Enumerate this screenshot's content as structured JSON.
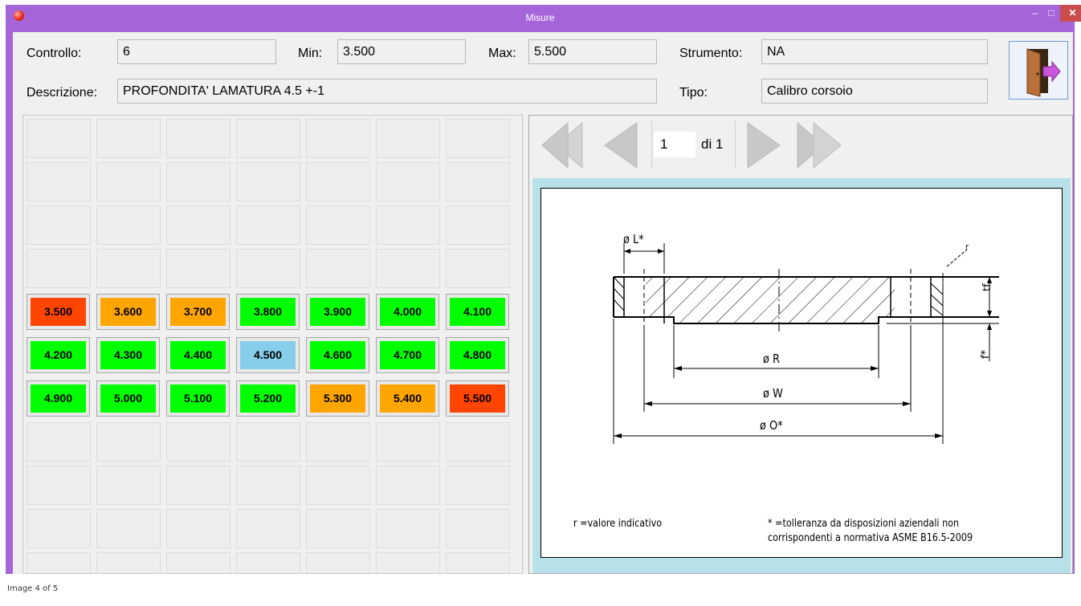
{
  "window": {
    "title": "Misure",
    "minimize_symbol": "–",
    "maximize_symbol": "□",
    "close_symbol": "✕",
    "app_icon": "red-ball-icon",
    "frame_color": "#a565d9"
  },
  "header": {
    "controllo_label": "Controllo:",
    "controllo_value": "6",
    "min_label": "Min:",
    "min_value": "3.500",
    "max_label": "Max:",
    "max_value": "5.500",
    "strumento_label": "Strumento:",
    "strumento_value": "NA",
    "descrizione_label": "Descrizione:",
    "descrizione_value": "PROFONDITA' LAMATURA 4.5 +-1",
    "tipo_label": "Tipo:",
    "tipo_value": "Calibro corsoio",
    "exit_icon": "exit-door-icon"
  },
  "measures": {
    "colors": {
      "red": "#ff4500",
      "orange": "#ffa500",
      "green": "#00ff00",
      "blue": "#87ceeb"
    },
    "rows": [
      [
        {
          "value": "3.500",
          "color": "red"
        },
        {
          "value": "3.600",
          "color": "orange"
        },
        {
          "value": "3.700",
          "color": "orange"
        },
        {
          "value": "3.800",
          "color": "green"
        },
        {
          "value": "3.900",
          "color": "green"
        },
        {
          "value": "4.000",
          "color": "green"
        },
        {
          "value": "4.100",
          "color": "green"
        }
      ],
      [
        {
          "value": "4.200",
          "color": "green"
        },
        {
          "value": "4.300",
          "color": "green"
        },
        {
          "value": "4.400",
          "color": "green"
        },
        {
          "value": "4.500",
          "color": "blue"
        },
        {
          "value": "4.600",
          "color": "green"
        },
        {
          "value": "4.700",
          "color": "green"
        },
        {
          "value": "4.800",
          "color": "green"
        }
      ],
      [
        {
          "value": "4.900",
          "color": "green"
        },
        {
          "value": "5.000",
          "color": "green"
        },
        {
          "value": "5.100",
          "color": "green"
        },
        {
          "value": "5.200",
          "color": "green"
        },
        {
          "value": "5.300",
          "color": "orange"
        },
        {
          "value": "5.400",
          "color": "orange"
        },
        {
          "value": "5.500",
          "color": "red"
        }
      ]
    ]
  },
  "viewer": {
    "page_current": "1",
    "page_total_text": "di 1",
    "first_icon": "first-page-icon",
    "prev_icon": "previous-page-icon",
    "next_icon": "next-page-icon",
    "last_icon": "last-page-icon",
    "drawing": {
      "label_L": "ø L*",
      "label_r": "r",
      "label_tf": "tf",
      "label_fstar": "f*",
      "label_R": "ø R",
      "label_W": "ø W",
      "label_O": "ø O*",
      "note_r": "r =valore indicativo",
      "note_star_line1": "* =tolleranza da disposizioni aziendali non",
      "note_star_line2": "corrispondenti a normativa ASME B16.5-2009"
    }
  },
  "status_text": "Image 4 of 5"
}
